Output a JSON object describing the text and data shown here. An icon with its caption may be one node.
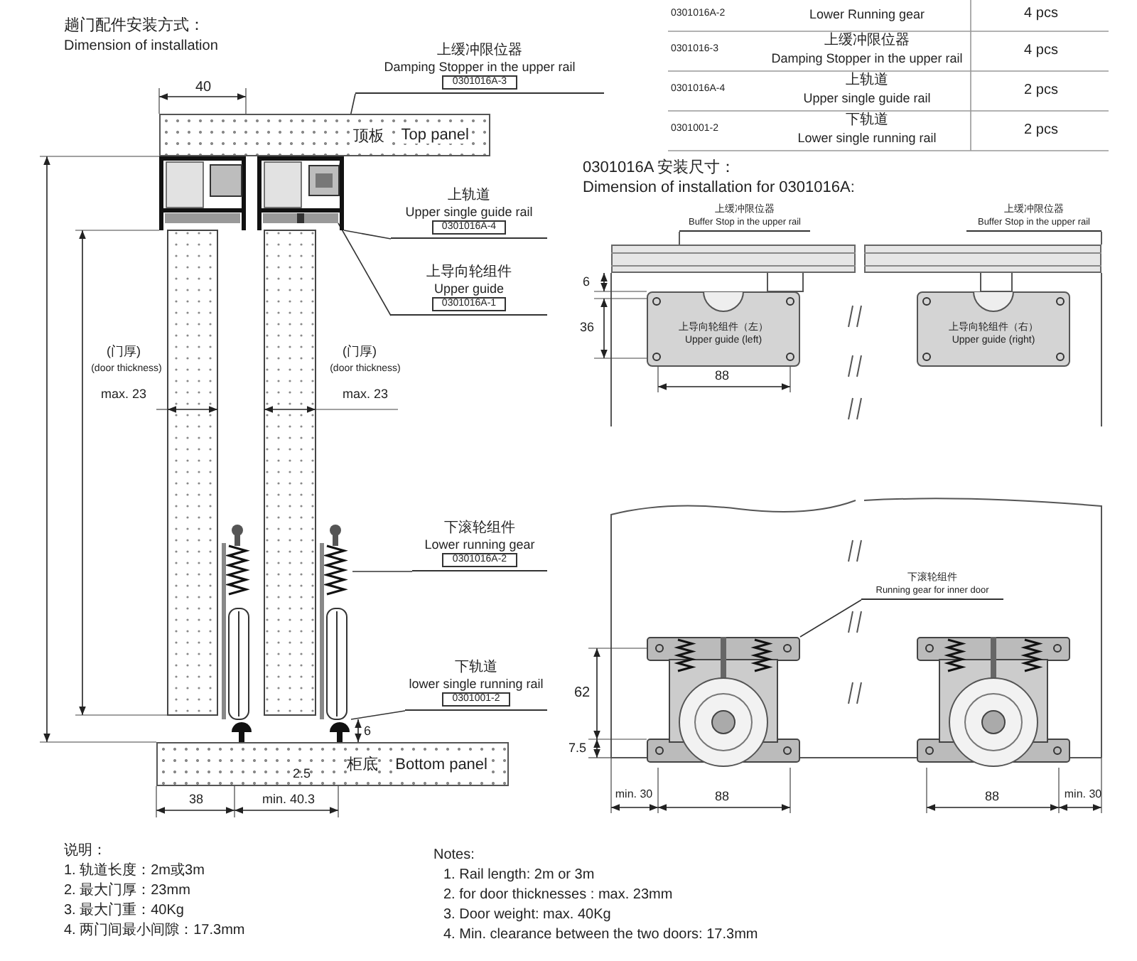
{
  "diagram": {
    "nodes": [
      {
        "text": [
          "上缓冲限位器",
          "Damping Stopper in the upper rail",
          "0301016A-3"
        ]
      },
      {
        "text": [
          "顶板",
          "Top panel"
        ]
      },
      {
        "text": [],
        "shape": "picture"
      },
      {
        "text": [],
        "shape": "picture",
        "in": 2
      },
      {
        "text": [],
        "shape": "picture",
        "in": 2
      },
      {
        "text": [
          "上轨道",
          "Upper single guide rail",
          "0301016A-4"
        ]
      },
      {
        "text": [
          "上导向轮组件",
          "Upper guide",
          "0301016A-1"
        ]
      },
      {
        "text": [],
        "shape": "picture"
      },
      {
        "text": [
          "下滚轮组件",
          "Lower running gear",
          "0301016A-2"
        ]
      },
      {
        "text": [
          "下轨道",
          "lower single running rail",
          "0301001-2"
        ]
      },
      {
        "text": [],
        "shape": "picture"
      },
      {
        "text": [
          "柜底",
          "Bottom panel"
        ]
      },
      {
        "text": [
          "上缓冲限位器",
          "Buffer Stop in the upper rail"
        ]
      },
      {
        "text": [
          "上缓冲限位器",
          "Buffer Stop in the upper rail"
        ]
      },
      {
        "text": [],
        "shape": "bar"
      },
      {
        "text": [],
        "shape": "bar"
      },
      {
        "text": [
          "上导向轮组件（左）",
          "Upper guide (left)"
        ]
      },
      {
        "text": [
          "上导向轮组件（右）",
          "Upper guide (right)"
        ]
      },
      {
        "text": [
          "下滚轮组件",
          "Running gear for inner door"
        ]
      },
      {
        "text": [],
        "shape": "picture"
      },
      {
        "text": [],
        "shape": "picture"
      }
    ],
    "edges": [
      {
        "from": 0,
        "to": 3,
        "arrow": "none"
      },
      {
        "from": 5,
        "to": 2,
        "arrow": "none"
      },
      {
        "from": 6,
        "to": 4,
        "arrow": "none"
      },
      {
        "from": 8,
        "to": 7,
        "arrow": "none"
      },
      {
        "from": 9,
        "to": 10,
        "arrow": "none"
      },
      {
        "from": 12,
        "to": 14,
        "arrow": "none"
      },
      {
        "from": 13,
        "to": 15,
        "arrow": "none"
      },
      {
        "from": 18,
        "to": 19,
        "arrow": "none"
      }
    ],
    "labels": [
      "趟门配件安装方式：",
      "Dimension of installation",
      "0301016A-2",
      "Lower Running gear",
      "4 pcs",
      "0301016-3",
      "上缓冲限位器",
      "Damping Stopper in the upper rail",
      "4 pcs",
      "0301016A-4",
      "上轨道",
      "Upper single guide rail",
      "2 pcs",
      "0301001-2",
      "下轨道",
      "Lower single running rail",
      "2 pcs",
      "0301016A 安装尺寸：",
      "Dimension of installation for 0301016A:",
      "40",
      "(门厚)",
      "(door thickness)",
      "max. 23",
      "(门厚)",
      "(door thickness)",
      "max. 23",
      "6",
      "2.5",
      "38",
      "min. 40.3",
      "6",
      "36",
      "88",
      "62",
      "7.5",
      "min. 30",
      "88",
      "88",
      "min. 30",
      "说明：",
      "1. 轨道长度：2m或3m",
      "2. 最大门厚：23mm",
      "3. 最大门重：40Kg",
      "4. 两门间最小间隙：17.3mm",
      "Notes:",
      "1. Rail length: 2m or 3m",
      "2. for door thicknesses : max. 23mm",
      "3. Door weight: max. 40Kg",
      "4. Min. clearance between the two doors: 17.3mm"
    ]
  }
}
